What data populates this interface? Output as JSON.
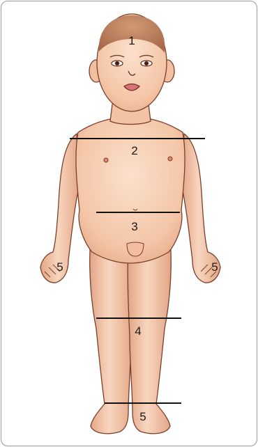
{
  "figure": {
    "labels": {
      "head": "1",
      "chest": "2",
      "abdomen": "3",
      "leg": "4",
      "hand_left": "5",
      "hand_right": "5",
      "feet": "5"
    }
  },
  "colors": {
    "skin": "#f6cdb1",
    "skin_shadow": "#e0a98a",
    "outline": "#7a3f2a",
    "hair": "#b87a55",
    "line": "#111111"
  }
}
